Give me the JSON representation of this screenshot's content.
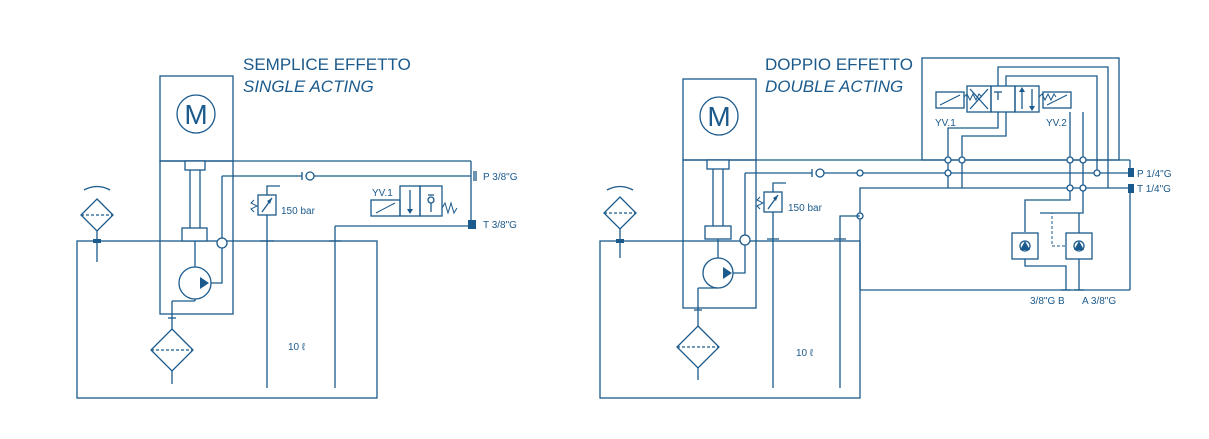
{
  "colors": {
    "line": "#1b5a8c",
    "background": "#ffffff"
  },
  "single": {
    "title": "SEMPLICE EFFETTO",
    "subtitle": "SINGLE ACTING",
    "motor_symbol": "M",
    "relief_setting": "150 bar",
    "valve_label": "YV.1",
    "port_p": "P 3/8\"G",
    "port_t": "T 3/8\"G",
    "tank_volume": "10 ℓ"
  },
  "double": {
    "title": "DOPPIO EFFETTO",
    "subtitle": "DOUBLE ACTING",
    "motor_symbol": "M",
    "relief_setting": "150 bar",
    "valve_left_label": "YV.1",
    "valve_right_label": "YV.2",
    "port_p": "P 1/4\"G",
    "port_t": "T 1/4\"G",
    "port_b": "3/8\"G B",
    "port_a": "A 3/8\"G",
    "tank_volume": "10 ℓ"
  }
}
